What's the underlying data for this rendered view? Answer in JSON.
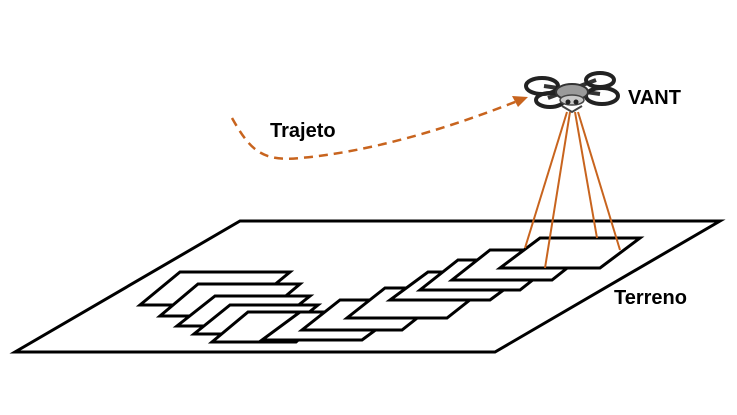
{
  "labels": {
    "trajectory": "Trajeto",
    "uav": "VANT",
    "terrain": "Terreno"
  },
  "colors": {
    "line": "#000000",
    "path": "#c8641e",
    "rays": "#c8641e",
    "background": "#ffffff"
  },
  "icons": {
    "uav": "quadcopter-drone-icon"
  }
}
